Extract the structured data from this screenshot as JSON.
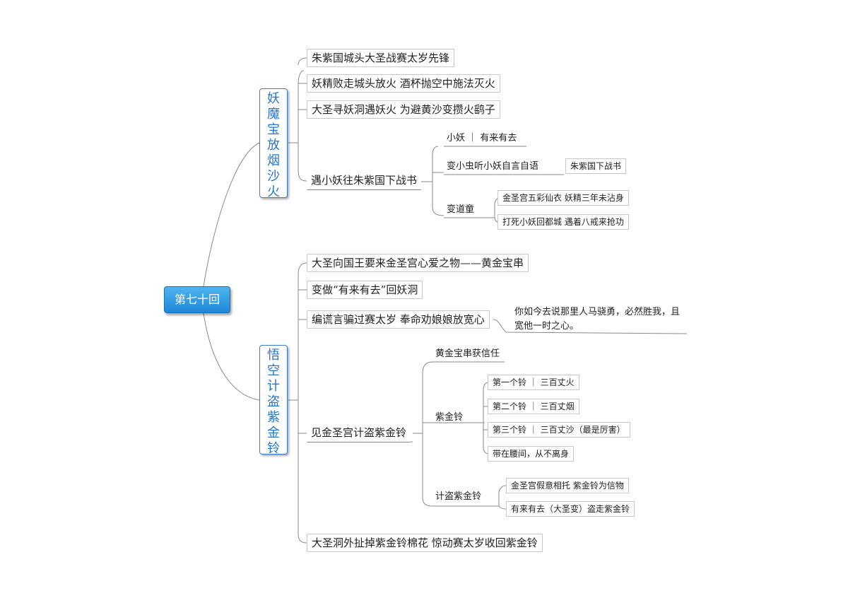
{
  "root": "第七十回",
  "branch1": {
    "title": "妖魔宝放烟沙火",
    "items": [
      "朱紫国城头大圣战赛太岁先锋",
      "妖精败走城头放火 酒杯抛空中施法灭火",
      "大圣寻妖洞遇妖火 为避黄沙变攒火鹞子",
      "遇小妖往朱紫国下战书"
    ],
    "xiaoyao": {
      "a": "小妖 ｜ 有来有去",
      "b": "变小虫听小妖自言自语",
      "b1": "朱紫国下战书",
      "c": "变道童",
      "c1": "金圣宫五彩仙衣 妖精三年未沾身",
      "c2": "打死小妖回都城 遇着八戒来抢功"
    }
  },
  "branch2": {
    "title": "悟空计盗紫金铃",
    "items": [
      "大圣向国王要来金圣宫心爱之物——黄金宝串",
      "变做“有来有去”回妖洞",
      "编谎言骗过赛太岁 奉命劝娘娘放宽心",
      "见金圣宫计盗紫金铃",
      "大圣洞外扯掉紫金铃棉花 惊动赛太岁收回紫金铃"
    ],
    "note": "你如今去说那里人马骁勇，必然胜我，且宽他一时之心。",
    "jian": {
      "a": "黄金宝串获信任",
      "b": "紫金铃",
      "b1": "第一个铃 ｜ 三百丈火",
      "b2": "第二个铃 ｜ 三百丈烟",
      "b3": "第三个铃 ｜ 三百丈沙（最是厉害）",
      "b4": "带在腰间，从不离身",
      "c": "计盗紫金铃",
      "c1": "金圣宫假意相托 紫金铃为信物",
      "c2": "有来有去（大圣变）盗走紫金铃"
    }
  }
}
